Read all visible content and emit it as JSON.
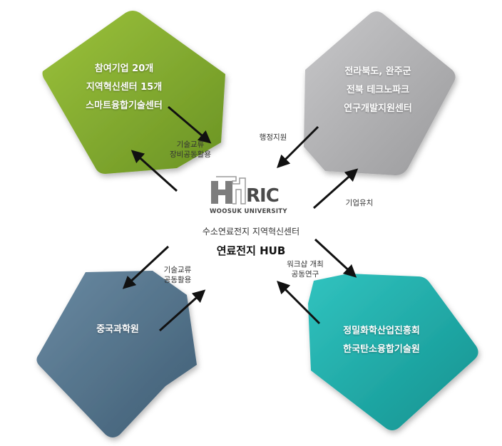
{
  "nodes": {
    "top_left": {
      "lines": [
        "참여기업 20개",
        "지역혁신센터 15개",
        "스마트융합기술센터"
      ],
      "color": "#7ea72e"
    },
    "top_right": {
      "lines": [
        "전라북도, 완주군",
        "전북 테크노파크",
        "연구개발지원센터"
      ],
      "color": "#a9a9ab"
    },
    "bottom_left": {
      "lines": [
        "중국과학원"
      ],
      "color": "#52728a"
    },
    "bottom_right": {
      "lines": [
        "정밀화학산업진흥회",
        "한국탄소융합기술원"
      ],
      "color": "#1daaa7"
    }
  },
  "edge_labels": {
    "top_left": [
      "기술교류",
      "장비공동활용"
    ],
    "top_right": [
      "행정지원"
    ],
    "right": [
      "기업유치"
    ],
    "bottom_left": [
      "기술교류",
      "공동활용"
    ],
    "bottom_right": [
      "워크샵 개최",
      "공동연구"
    ]
  },
  "center": {
    "logo_mark": "H",
    "logo_text": "RIC",
    "logo_subtext": "WOOSUK UNIVERSITY",
    "subtitle": "수소연료전지 지역혁신센터",
    "title": "연료전지 HUB"
  }
}
